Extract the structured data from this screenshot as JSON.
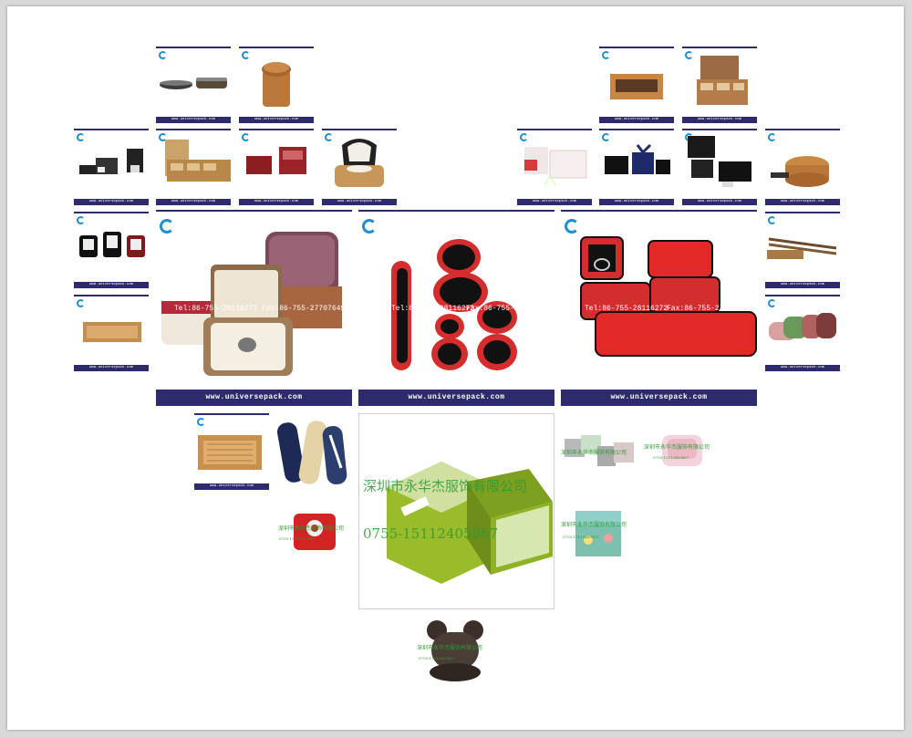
{
  "site_url": "www.universepack.com",
  "site_url_small": "www.universepack.com",
  "contact": {
    "tel": "Tel:86-755-28116272",
    "fax": "Fax:86-755-27707649"
  },
  "watermark": {
    "company": "深圳市永华杰服饰有限公司",
    "phone": "0755-15112405867",
    "phone_small": "0755-15112405867"
  },
  "colors": {
    "bar": "#2d2a6e",
    "logo": "#1f8fd0",
    "watermark": "#2e9a33"
  }
}
